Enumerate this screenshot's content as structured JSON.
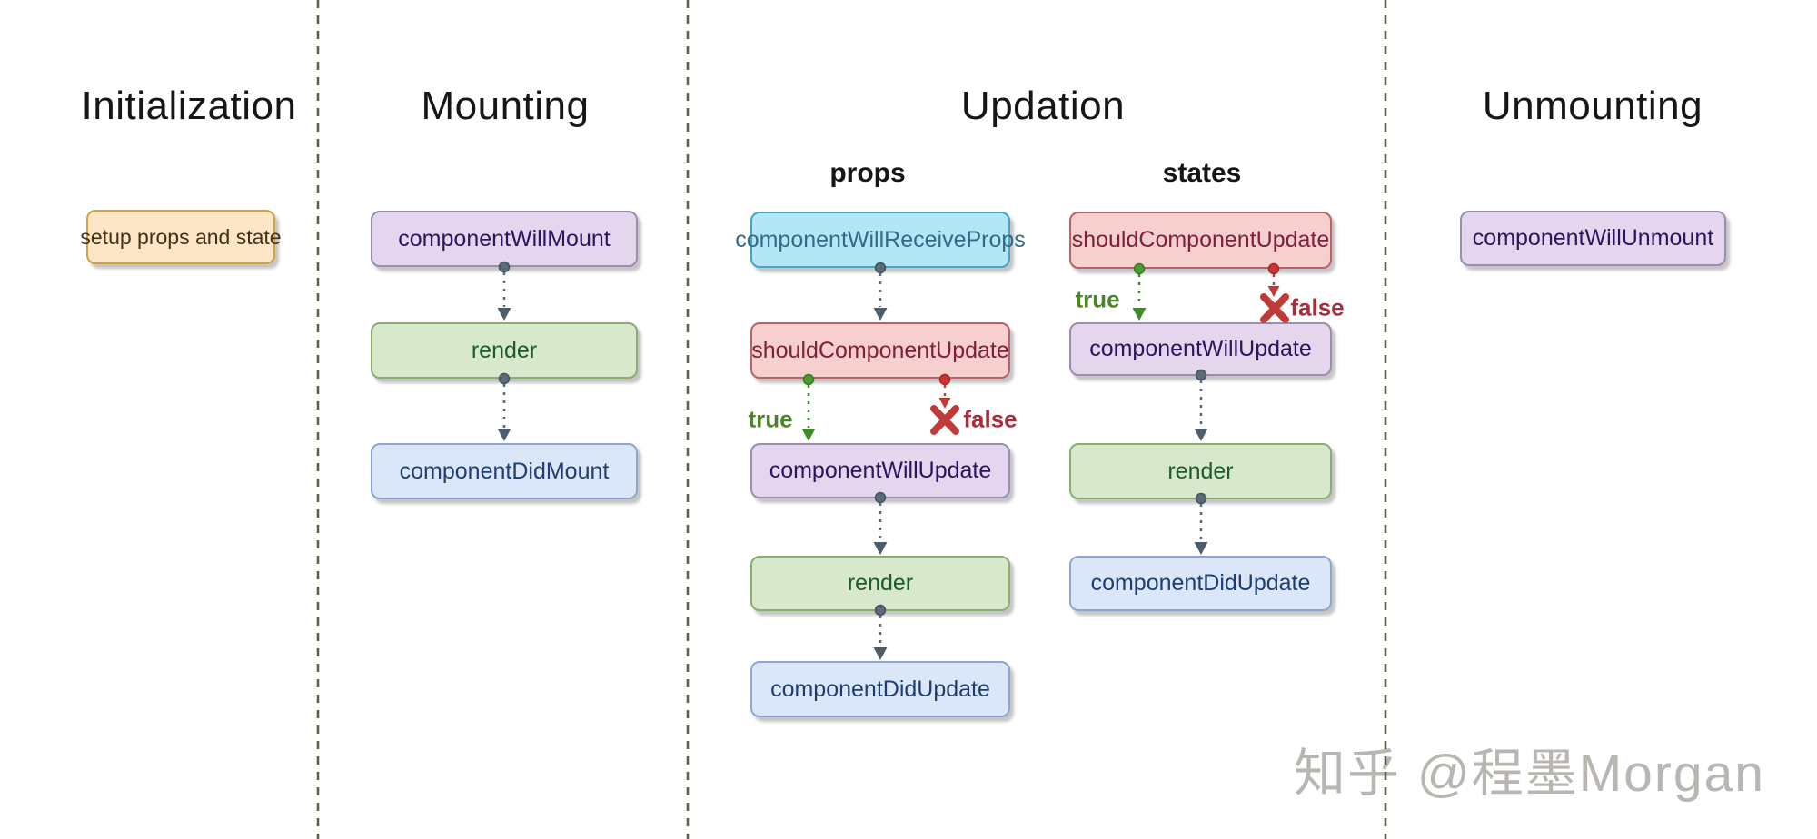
{
  "headers": {
    "initialization": "Initialization",
    "mounting": "Mounting",
    "updation": "Updation",
    "unmounting": "Unmounting",
    "props": "props",
    "states": "states"
  },
  "boxes": {
    "setup": {
      "label": "setup props and state",
      "type": "orange"
    },
    "mount_will": {
      "label": "componentWillMount",
      "type": "purple"
    },
    "mount_render": {
      "label": "render",
      "type": "green"
    },
    "mount_did": {
      "label": "componentDidMount",
      "type": "blue"
    },
    "props_receive": {
      "label": "componentWillReceiveProps",
      "type": "cyan"
    },
    "props_should": {
      "label": "shouldComponentUpdate",
      "type": "red"
    },
    "props_will": {
      "label": "componentWillUpdate",
      "type": "purple"
    },
    "props_render": {
      "label": "render",
      "type": "green"
    },
    "props_did": {
      "label": "componentDidUpdate",
      "type": "blue"
    },
    "states_should": {
      "label": "shouldComponentUpdate",
      "type": "red"
    },
    "states_will": {
      "label": "componentWillUpdate",
      "type": "purple"
    },
    "states_render": {
      "label": "render",
      "type": "green"
    },
    "states_did": {
      "label": "componentDidUpdate",
      "type": "blue"
    },
    "unmount_will": {
      "label": "componentWillUnmount",
      "type": "purple"
    }
  },
  "branch_labels": {
    "true": "true",
    "false": "false"
  },
  "watermark": "知乎 @程墨Morgan",
  "colors": {
    "background": "#ffffff",
    "separator_dash": "#5c6247",
    "arrow_gray": "#5a6a78",
    "arrow_green": "#3f8b2a",
    "arrow_red": "#c13a3a",
    "true_label": "#4c8527",
    "false_label": "#a82c3c",
    "box_orange_fill": "#fce6c6",
    "box_orange_border": "#cfa243",
    "box_orange_text": "#453016",
    "box_purple_fill": "#e4d6ec",
    "box_purple_border": "#9d8cae",
    "box_purple_text": "#2d1460",
    "box_green_fill": "#d7e8cd",
    "box_green_border": "#8cad72",
    "box_green_text": "#1d5c27",
    "box_blue_fill": "#dbe7f8",
    "box_blue_border": "#8ba7cb",
    "box_blue_text": "#1c3e73",
    "box_cyan_fill": "#b4e7f5",
    "box_cyan_border": "#45a4c4",
    "box_cyan_text": "#35688a",
    "box_red_fill": "#f6cfcf",
    "box_red_border": "#bb6067",
    "box_red_text": "#801f36",
    "watermark_text": "#b9b6b2",
    "header_text": "#161616"
  }
}
